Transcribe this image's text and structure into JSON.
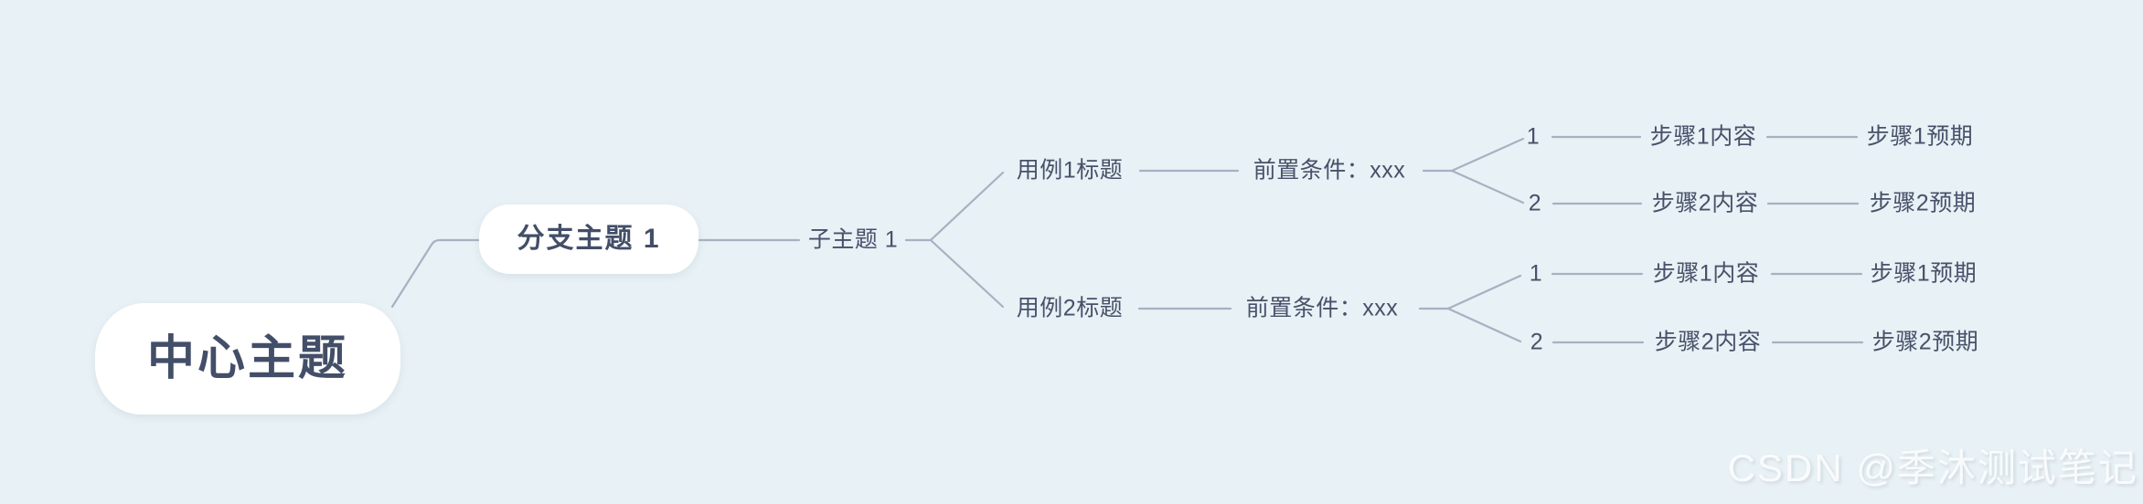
{
  "colors": {
    "background": "#e8f1f5",
    "line": "#a6b1c2",
    "text": "#47516a",
    "node_fill": "#ffffff"
  },
  "mindmap": {
    "central_topic": "中心主题",
    "branch_topic": "分支主题 1",
    "subtopic": "子主题 1",
    "use_cases": [
      {
        "title": "用例1标题",
        "precondition": "前置条件：xxx",
        "steps": [
          {
            "num": "1",
            "content": "步骤1内容",
            "expected": "步骤1预期"
          },
          {
            "num": "2",
            "content": "步骤2内容",
            "expected": "步骤2预期"
          }
        ]
      },
      {
        "title": "用例2标题",
        "precondition": "前置条件：xxx",
        "steps": [
          {
            "num": "1",
            "content": "步骤1内容",
            "expected": "步骤1预期"
          },
          {
            "num": "2",
            "content": "步骤2内容",
            "expected": "步骤2预期"
          }
        ]
      }
    ]
  },
  "watermark": {
    "text": "CSDN @季沐测试笔记"
  }
}
